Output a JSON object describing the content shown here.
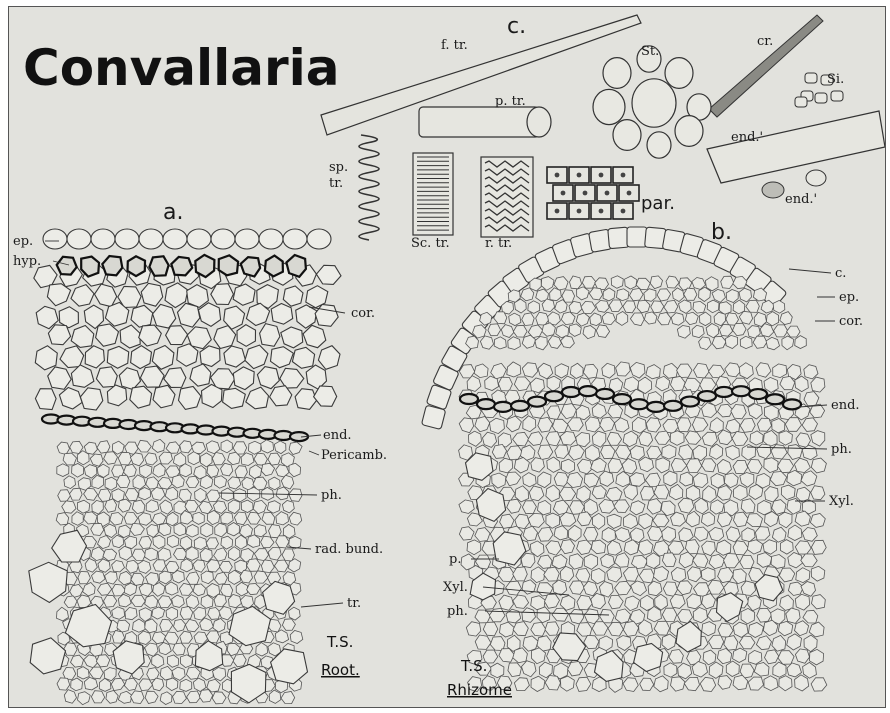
{
  "title": "Convallaria",
  "sections": {
    "a": "a.",
    "b": "b.",
    "c": "c."
  },
  "root_labels": {
    "ep": "ep.",
    "hyp": "hyp.",
    "cor": "cor.",
    "end": "end.",
    "pericamb": "Pericamb.",
    "ph": "ph.",
    "rad_bund": "rad. bund.",
    "tr": "tr.",
    "ts_line1": "T.S.",
    "ts_line2": "Root."
  },
  "rhizome_labels": {
    "c": "c.",
    "ep": "ep.",
    "cor": "cor.",
    "end": "end.",
    "ph_right": "ph.",
    "xyl_right": "Xyl.",
    "p": "p.",
    "xyl_left": "Xyl.",
    "ph_left": "ph.",
    "ts_line1": "T.S.",
    "ts_line2": "Rhizome"
  },
  "element_labels": {
    "f_tr": "f. tr.",
    "p_tr": "p. tr.",
    "st": "St.",
    "cr": "cr.",
    "si": "Si.",
    "end_1": "end.'",
    "end_2": "end.'",
    "sp_tr_1": "sp.",
    "sp_tr_2": "tr.",
    "sc_tr": "Sc. tr.",
    "r_tr": "r. tr.",
    "par": "par."
  }
}
